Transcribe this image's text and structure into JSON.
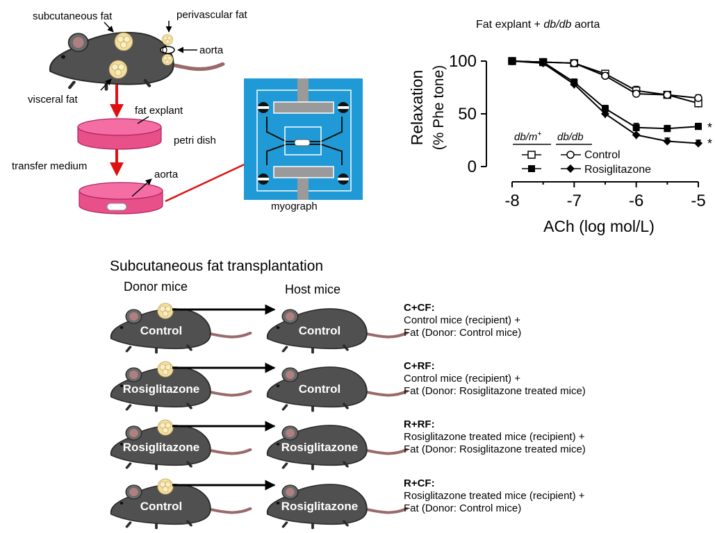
{
  "experiment_setup": {
    "subcutaneous_fat": "subcutaneous fat",
    "perivascular_fat": "perivascular fat",
    "aorta_label_top": "aorta",
    "visceral_fat": "visceral fat",
    "fat_explant": "fat explant",
    "petri_dish": "petri dish",
    "transfer_medium": "transfer medium",
    "aorta_label_dish": "aorta",
    "myograph": "myograph"
  },
  "chart_data": {
    "type": "line",
    "title_parts": [
      "Fat explant + ",
      "db/db",
      " aorta"
    ],
    "ylabel_line1": "Relaxation",
    "ylabel_line2": "(% Phe tone)",
    "xlabel": "ACh (log mol/L)",
    "xlim": [
      -8,
      -5
    ],
    "ylim": [
      0,
      100
    ],
    "x_ticks": [
      "-8",
      "-7",
      "-6",
      "-5"
    ],
    "y_ticks": [
      "0",
      "50",
      "100"
    ],
    "legend": {
      "group_dbm": "db/m",
      "group_dbm_sup": "+",
      "group_dbdb": "db/db",
      "control": "Control",
      "rosiglitazone": "Rosiglitazone"
    },
    "significance": [
      "*",
      "*"
    ],
    "x": [
      -8,
      -7.5,
      -7,
      -6.5,
      -6,
      -5.5,
      -5
    ],
    "series": [
      {
        "marker": "open-square",
        "values": [
          100,
          99,
          98,
          88,
          72,
          68,
          60
        ],
        "err": [
          2,
          2,
          2,
          3,
          4,
          3,
          4
        ]
      },
      {
        "marker": "open-circle",
        "values": [
          100,
          99,
          98,
          86,
          69,
          68,
          65
        ],
        "err": [
          2,
          2,
          2,
          3,
          3,
          3,
          3
        ]
      },
      {
        "marker": "filled-square",
        "values": [
          100,
          99,
          80,
          55,
          37,
          36,
          38
        ],
        "err": [
          2,
          2,
          3,
          3,
          4,
          3,
          3
        ]
      },
      {
        "marker": "filled-diamond",
        "values": [
          100,
          98,
          78,
          50,
          30,
          24,
          22
        ],
        "err": [
          2,
          2,
          4,
          4,
          4,
          3,
          3
        ]
      }
    ]
  },
  "transplant": {
    "title": "Subcutaneous fat transplantation",
    "donor_header": "Donor mice",
    "host_header": "Host mice",
    "rows": [
      {
        "donor": "Control",
        "host": "Control",
        "code": "C+CF:",
        "line1": "Control mice (recipient) +",
        "line2": "Fat (Donor: Control mice)"
      },
      {
        "donor": "Rosiglitazone",
        "host": "Control",
        "code": "C+RF:",
        "line1": "Control mice (recipient) +",
        "line2": "Fat (Donor: Rosiglitazone treated mice)"
      },
      {
        "donor": "Rosiglitazone",
        "host": "Rosiglitazone",
        "code": "R+RF:",
        "line1": "Rosiglitazone treated mice (recipient) +",
        "line2": "Fat (Donor: Rosiglitazone treated mice)"
      },
      {
        "donor": "Control",
        "host": "Rosiglitazone",
        "code": "R+CF:",
        "line1": "Rosiglitazone treated mice (recipient) +",
        "line2": "Fat (Donor: Control mice)"
      }
    ]
  },
  "colors": {
    "mouse_body": "#505050",
    "mouse_tail": "#9a6a6a",
    "fat": "#f3e0a0",
    "dish": "#f0609a",
    "myograph_bg": "#1f9ad6",
    "arrow_red": "#e01010"
  }
}
